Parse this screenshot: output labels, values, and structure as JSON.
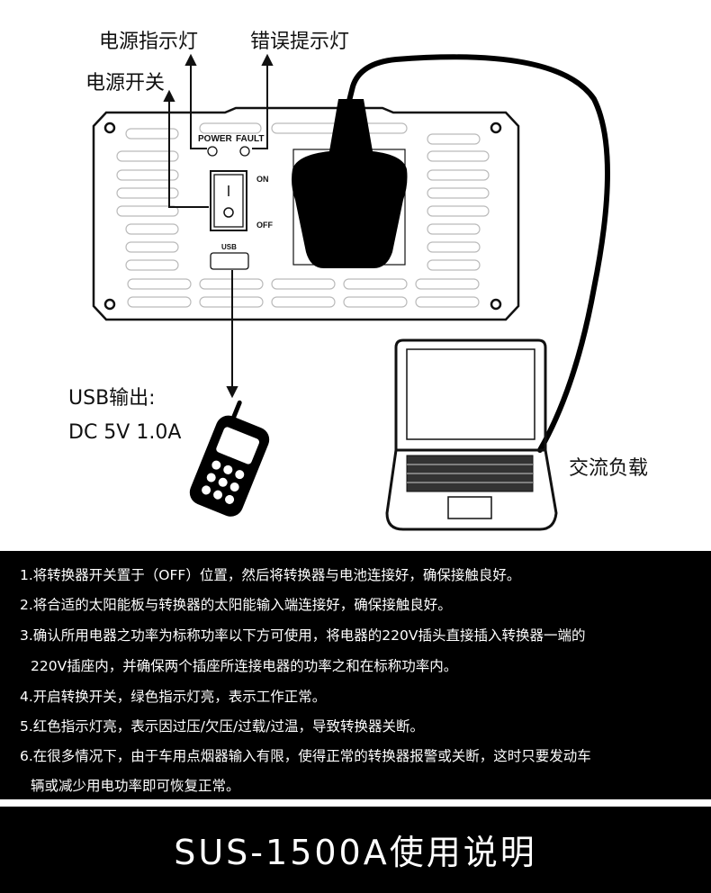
{
  "labels": {
    "power_indicator": "电源指示灯",
    "fault_indicator": "错误提示灯",
    "power_switch": "电源开关",
    "usb_output": "USB输出:",
    "usb_spec": "DC 5V 1.0A",
    "ac_load": "交流负载"
  },
  "panel": {
    "power": "POWER",
    "fault": "FAULT",
    "on": "ON",
    "off": "OFF",
    "usb": "USB",
    "switch_on_symbol": "I",
    "switch_off_symbol": "O"
  },
  "instructions": [
    "1.将转换器开关置于（OFF）位置，然后将转换器与电池连接好，确保接触良好。",
    "2.将合适的太阳能板与转换器的太阳能输入端连接好，确保接触良好。",
    "3.确认所用电器之功率为标称功率以下方可使用，将电器的220V插头直接插入转换器一端的",
    "220V插座内，并确保两个插座所连接电器的功率之和在标称功率内。",
    "4.开启转换开关，绿色指示灯亮，表示工作正常。",
    "5.红色指示灯亮，表示因过压/欠压/过载/过温，导致转换器关断。",
    "6.在很多情况下，由于车用点烟器输入有限，使得正常的转换器报警或关断，这时只要发动车",
    "辆或减少用电功率即可恢复正常。"
  ],
  "title": "SUS-1500A使用说明"
}
